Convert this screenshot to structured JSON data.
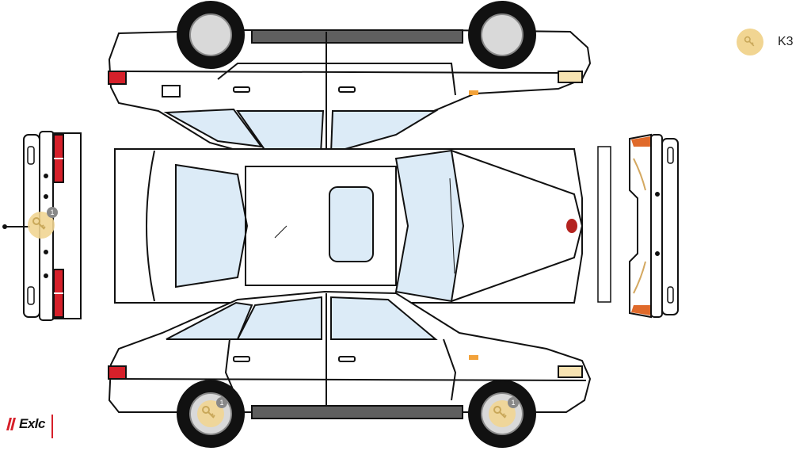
{
  "legend": {
    "code": "K3",
    "icon": "key-icon",
    "color": "#f1d592"
  },
  "markers": [
    {
      "id": "rear-bumper",
      "count": "1"
    },
    {
      "id": "front-left-wheel",
      "count": "1"
    },
    {
      "id": "rear-left-wheel",
      "count": "1"
    }
  ],
  "brand": {
    "logo_text": "Exlc",
    "accent": "#d6202a"
  },
  "colors": {
    "glass": "#dcebf7",
    "outline": "#111111",
    "trim": "#5f5f5f",
    "taillight": "#d6202a",
    "indicator": "#f2a23a"
  }
}
